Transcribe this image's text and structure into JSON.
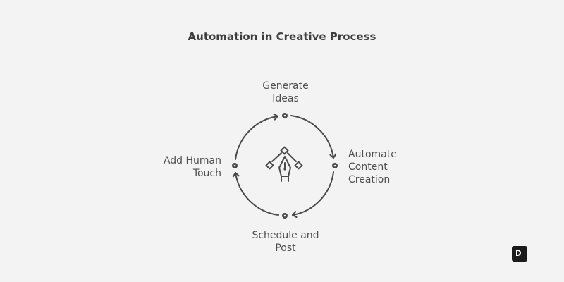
{
  "title": "Automation in Creative Process",
  "steps": [
    {
      "lines": [
        "Generate",
        "Ideas"
      ]
    },
    {
      "lines": [
        "Automate",
        "Content",
        "Creation"
      ]
    },
    {
      "lines": [
        "Schedule and",
        "Post"
      ]
    },
    {
      "lines": [
        "Add Human",
        "Touch"
      ]
    }
  ],
  "center_icon": "pen-tool-bezier-icon",
  "brand_logo_icon": "brand-logo-icon",
  "colors": {
    "background": "#f3f3f3",
    "stroke": "#4a4a4a",
    "text": "#4f4f4f"
  }
}
